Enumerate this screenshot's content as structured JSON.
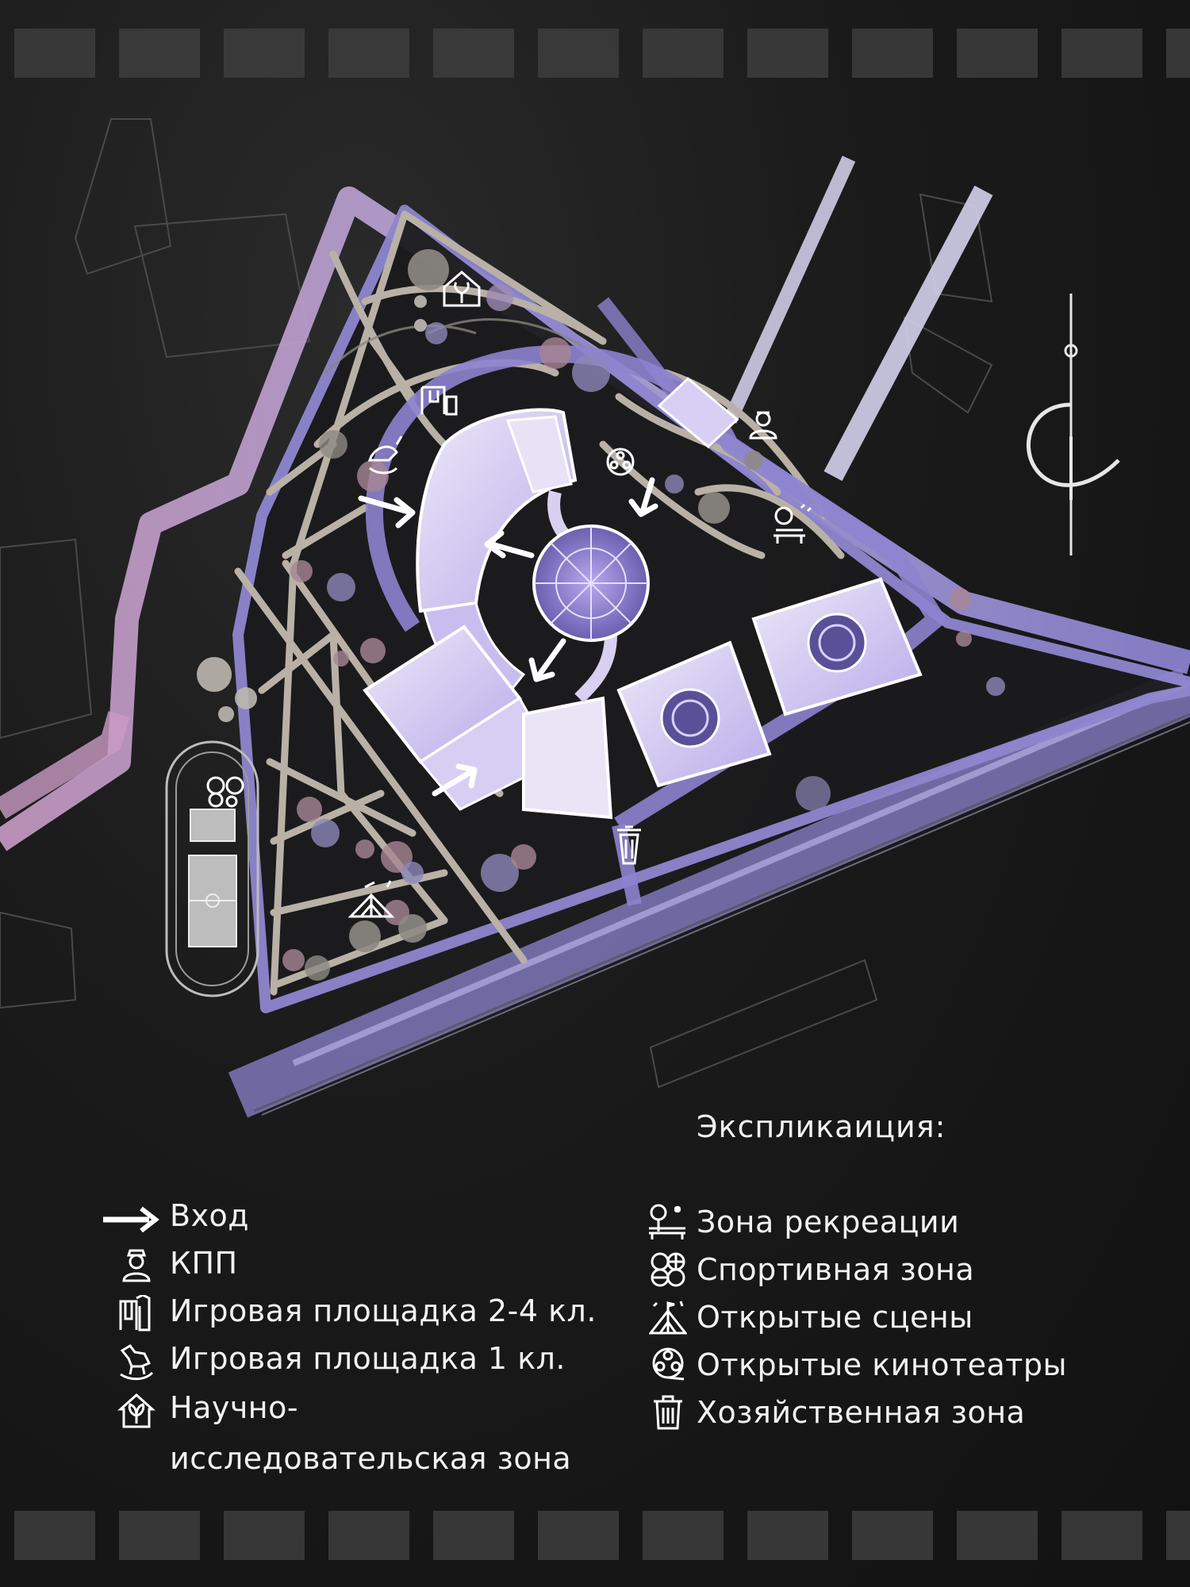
{
  "legend": {
    "title": "Экспликаиция:",
    "left_items": [
      {
        "icon": "entrance-arrow-icon",
        "label": "Вход"
      },
      {
        "icon": "guard-checkpoint-icon",
        "label": "КПП"
      },
      {
        "icon": "playground-swing-icon",
        "label": "Игровая площадка 2-4 кл."
      },
      {
        "icon": "rocking-horse-icon",
        "label": "Игровая площадка 1 кл."
      },
      {
        "icon": "greenhouse-plant-icon",
        "label": "Научно-"
      },
      {
        "icon": "",
        "label": "исследовательская зона"
      }
    ],
    "right_items": [
      {
        "icon": "recreation-bench-tree-icon",
        "label": "Зона рекреации"
      },
      {
        "icon": "sports-balls-icon",
        "label": "Спортивная зона"
      },
      {
        "icon": "circus-tent-stage-icon",
        "label": "Открытые сцены"
      },
      {
        "icon": "film-reel-icon",
        "label": "Открытые кинотеатры"
      },
      {
        "icon": "trash-bin-icon",
        "label": "Хозяйственная зона"
      }
    ]
  },
  "colors": {
    "background": "#161616",
    "paths": "#b8b0a6",
    "buildings": "#d9d0f0",
    "accent_violet": "#9a8fe0",
    "accent_pink": "#c9a2c6",
    "text": "#f2f2f2"
  }
}
